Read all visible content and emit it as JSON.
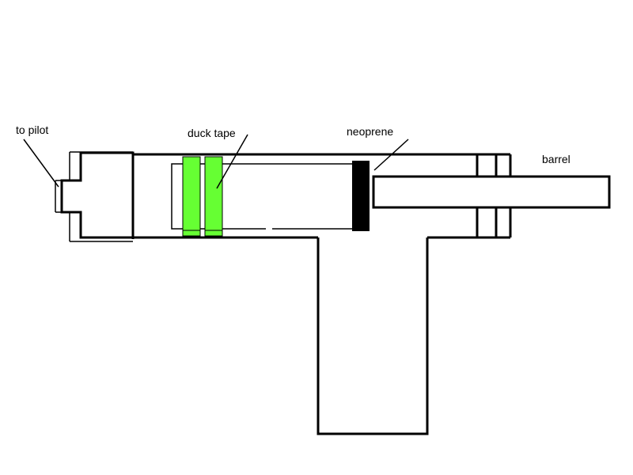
{
  "labels": {
    "to_pilot": "to pilot",
    "duck_tape": "duck tape",
    "neoprene": "neoprene",
    "barrel": "barrel"
  },
  "colors": {
    "line": "#000000",
    "duck_tape": "#66ff33",
    "neoprene": "#000000",
    "background": "#ffffff"
  }
}
